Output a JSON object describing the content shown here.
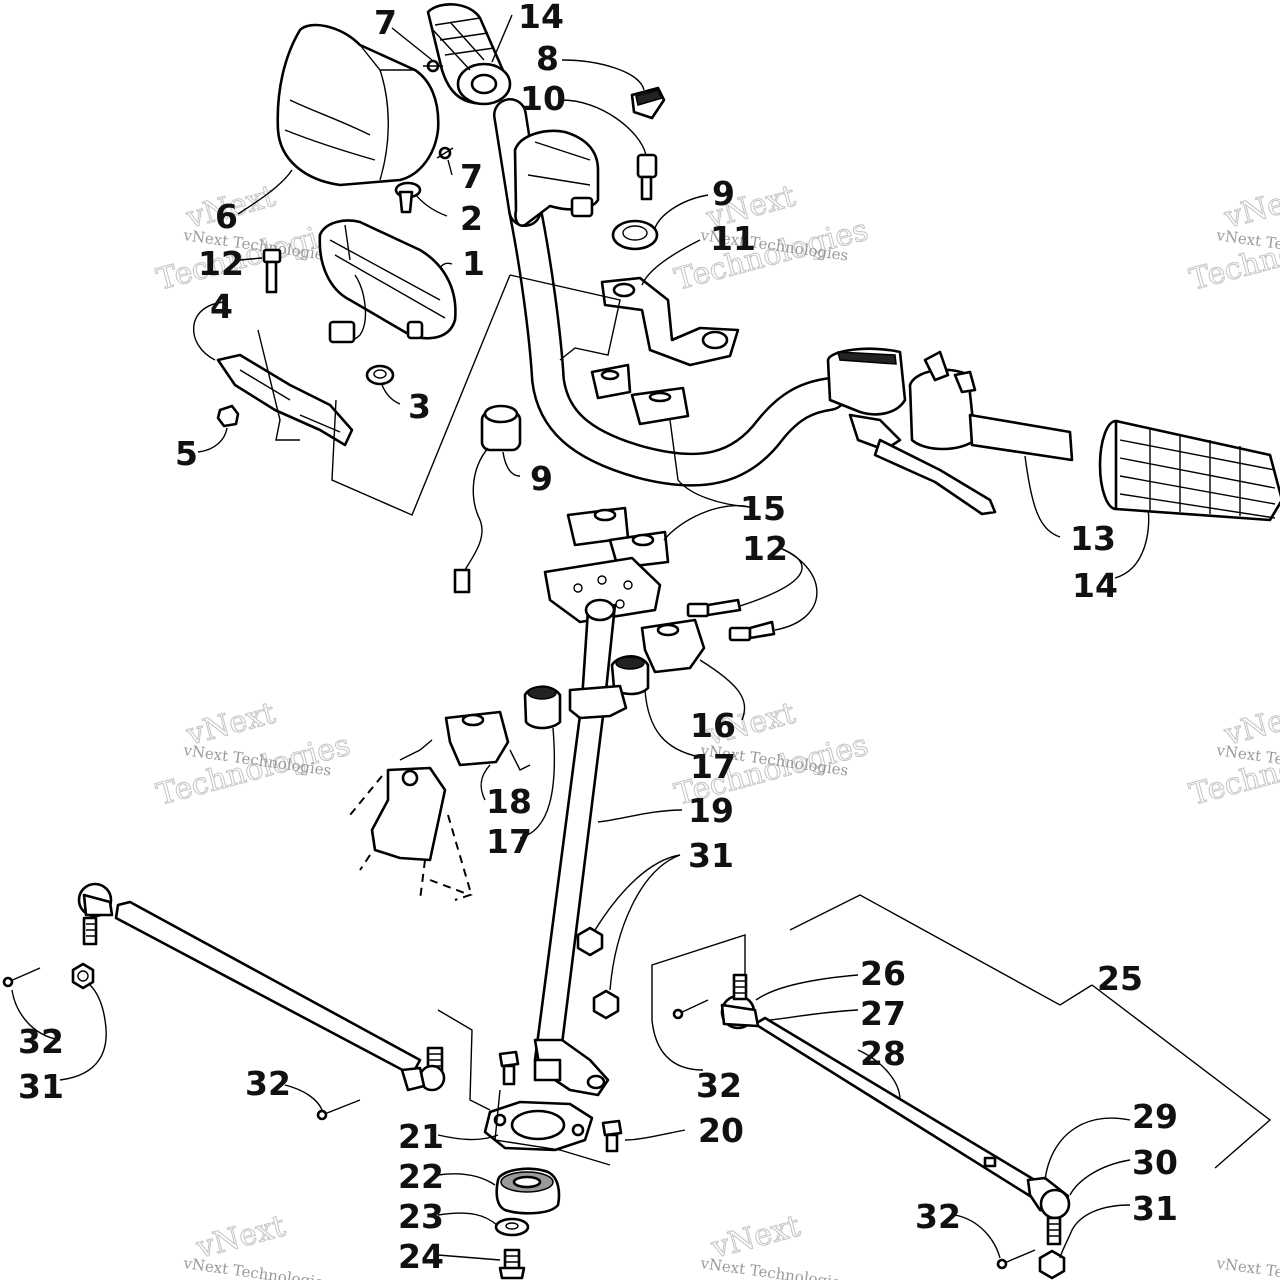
{
  "watermark": {
    "line1": "vNext",
    "line2": "Technologies",
    "caption": "vNext Technologies"
  },
  "callouts": [
    {
      "id": "c1",
      "label": "7"
    },
    {
      "id": "c2",
      "label": "14"
    },
    {
      "id": "c3",
      "label": "8"
    },
    {
      "id": "c4",
      "label": "10"
    },
    {
      "id": "c5",
      "label": "7"
    },
    {
      "id": "c6",
      "label": "9"
    },
    {
      "id": "c7",
      "label": "6"
    },
    {
      "id": "c8",
      "label": "2"
    },
    {
      "id": "c9",
      "label": "11"
    },
    {
      "id": "c10",
      "label": "12"
    },
    {
      "id": "c11",
      "label": "1"
    },
    {
      "id": "c12",
      "label": "4"
    },
    {
      "id": "c13",
      "label": "3"
    },
    {
      "id": "c14",
      "label": "5"
    },
    {
      "id": "c15",
      "label": "9"
    },
    {
      "id": "c16",
      "label": "15"
    },
    {
      "id": "c17",
      "label": "13"
    },
    {
      "id": "c18",
      "label": "12"
    },
    {
      "id": "c19",
      "label": "14"
    },
    {
      "id": "c20",
      "label": "16"
    },
    {
      "id": "c21",
      "label": "17"
    },
    {
      "id": "c22",
      "label": "18"
    },
    {
      "id": "c23",
      "label": "19"
    },
    {
      "id": "c24",
      "label": "17"
    },
    {
      "id": "c25",
      "label": "31"
    },
    {
      "id": "c26",
      "label": "26"
    },
    {
      "id": "c27",
      "label": "25"
    },
    {
      "id": "c28",
      "label": "27"
    },
    {
      "id": "c29",
      "label": "28"
    },
    {
      "id": "c30",
      "label": "32"
    },
    {
      "id": "c31",
      "label": "31"
    },
    {
      "id": "c32",
      "label": "32"
    },
    {
      "id": "c33",
      "label": "32"
    },
    {
      "id": "c34",
      "label": "21"
    },
    {
      "id": "c35",
      "label": "20"
    },
    {
      "id": "c36",
      "label": "29"
    },
    {
      "id": "c37",
      "label": "22"
    },
    {
      "id": "c38",
      "label": "30"
    },
    {
      "id": "c39",
      "label": "23"
    },
    {
      "id": "c40",
      "label": "32"
    },
    {
      "id": "c41",
      "label": "31"
    },
    {
      "id": "c42",
      "label": "24"
    }
  ]
}
